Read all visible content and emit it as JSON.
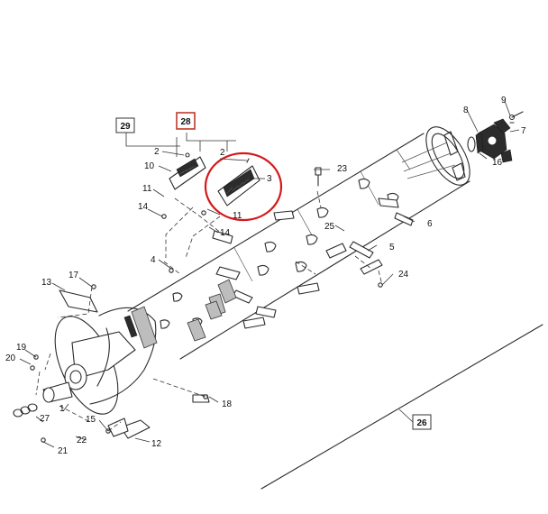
{
  "callouts": [
    {
      "id": "c2a",
      "label": "2"
    },
    {
      "id": "c2b",
      "label": "2"
    },
    {
      "id": "c3",
      "label": "3"
    },
    {
      "id": "c4",
      "label": "4"
    },
    {
      "id": "c5",
      "label": "5"
    },
    {
      "id": "c6",
      "label": "6"
    },
    {
      "id": "c7",
      "label": "7"
    },
    {
      "id": "c8",
      "label": "8"
    },
    {
      "id": "c9",
      "label": "9"
    },
    {
      "id": "c10",
      "label": "10"
    },
    {
      "id": "c11a",
      "label": "11"
    },
    {
      "id": "c11b",
      "label": "11"
    },
    {
      "id": "c12",
      "label": "12"
    },
    {
      "id": "c13",
      "label": "13"
    },
    {
      "id": "c14a",
      "label": "14"
    },
    {
      "id": "c14b",
      "label": "14"
    },
    {
      "id": "c15",
      "label": "15"
    },
    {
      "id": "c16",
      "label": "16"
    },
    {
      "id": "c17",
      "label": "17"
    },
    {
      "id": "c18",
      "label": "18"
    },
    {
      "id": "c19",
      "label": "19"
    },
    {
      "id": "c20",
      "label": "20"
    },
    {
      "id": "c21",
      "label": "21"
    },
    {
      "id": "c22",
      "label": "22"
    },
    {
      "id": "c23",
      "label": "23"
    },
    {
      "id": "c24",
      "label": "24"
    },
    {
      "id": "c25",
      "label": "25"
    },
    {
      "id": "c27",
      "label": "27"
    },
    {
      "id": "c1",
      "label": "1"
    }
  ],
  "boxed_callouts": [
    {
      "id": "b29",
      "label": "29",
      "highlight": false
    },
    {
      "id": "b28",
      "label": "28",
      "highlight": true
    },
    {
      "id": "b26",
      "label": "26",
      "highlight": false
    }
  ],
  "colors": {
    "line": "#2a2a2a",
    "highlight_ring": "#d3191c",
    "highlight_box": "#c0392b"
  }
}
